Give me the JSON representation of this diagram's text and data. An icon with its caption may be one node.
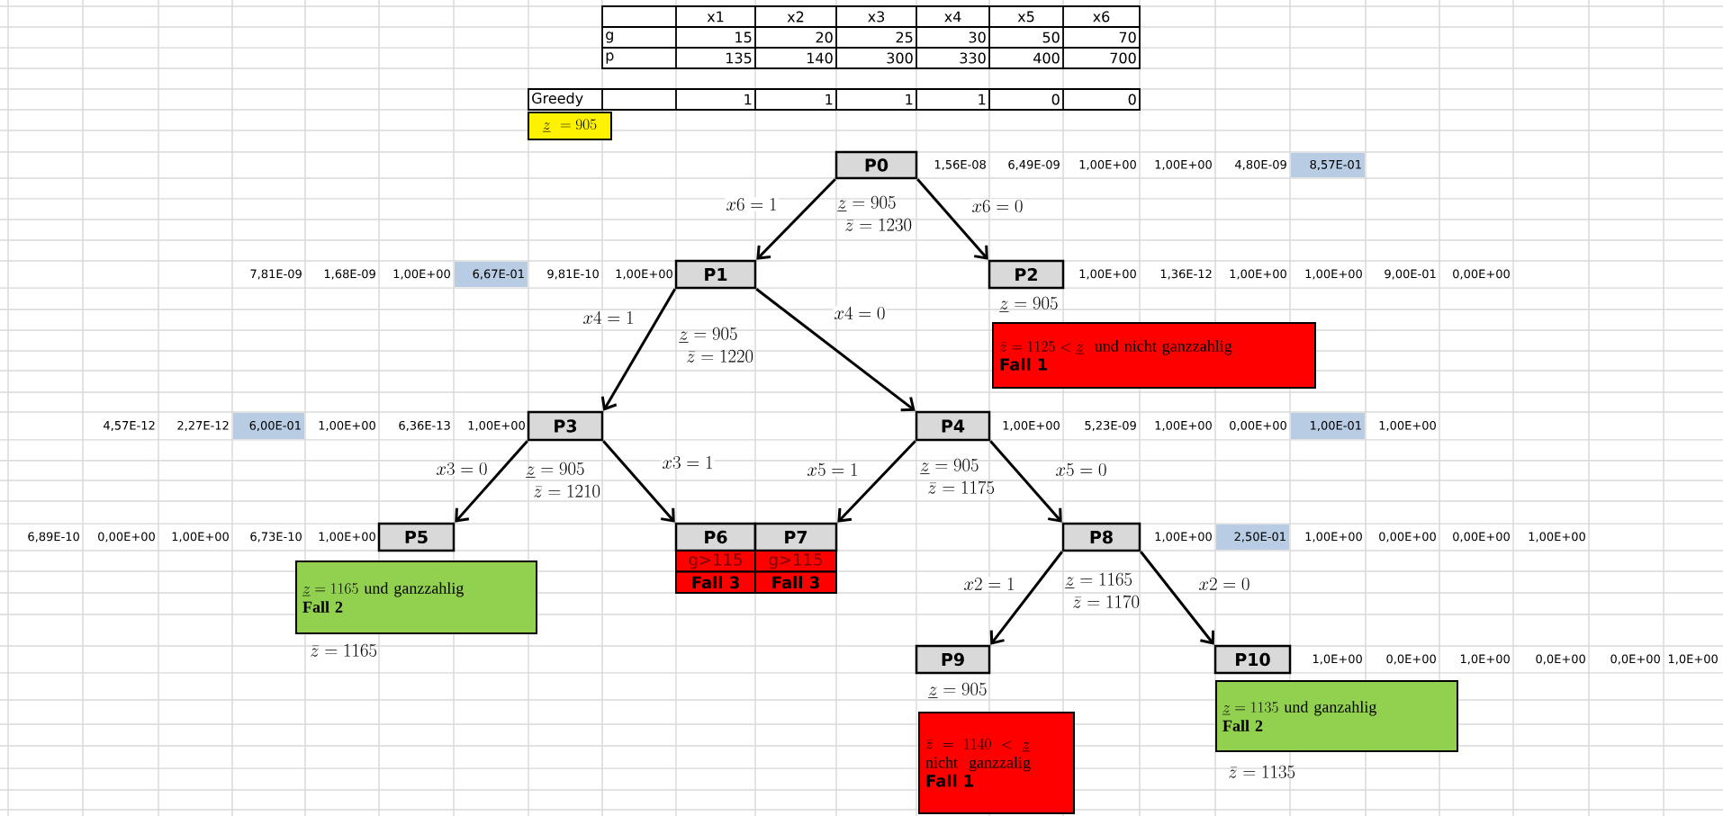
{
  "diagram": {
    "nodes": [
      {
        "text": [
          "\\underline{z}\\ =905"
        ]
      },
      {
        "text": [
          "P0"
        ],
        "beside": [
          "\\underline{z} = 905",
          "\\bar{z} = 1230"
        ]
      },
      {
        "text": [
          "P1"
        ],
        "beside": [
          "\\underline{z} = 905",
          "\\bar{z} = 1220"
        ]
      },
      {
        "text": [
          "P2"
        ],
        "beside": [
          "\\underline{z} = 905"
        ]
      },
      {
        "text": [
          "\\bar{z} = 1125 < \\underline{z}\\ \\text{ und nicht ganzzahlig}",
          "Fall 1"
        ]
      },
      {
        "text": [
          "P3"
        ],
        "beside": [
          "\\underline{z} = 905",
          "\\bar{z} = 1210"
        ]
      },
      {
        "text": [
          "P4"
        ],
        "beside": [
          "\\underline{z} = 905",
          "\\bar{z} = 1175"
        ]
      },
      {
        "text": [
          "P5"
        ]
      },
      {
        "text": [
          "\\underline{z} = 1165\\ \\text{und ganzzahlig}",
          "Fall 2"
        ],
        "beside": [
          "\\bar{z} = 1165"
        ]
      },
      {
        "text": [
          "P6",
          "g>115",
          "Fall 3"
        ]
      },
      {
        "text": [
          "P7",
          "g>115",
          "Fall 3"
        ]
      },
      {
        "text": [
          "P8"
        ],
        "beside": [
          "\\underline{z} = 1165",
          "\\bar{z} = 1170"
        ]
      },
      {
        "text": [
          "P9"
        ],
        "beside": [
          "\\underline{z} = 905"
        ]
      },
      {
        "text": [
          "\\bar{z} = 1140 < \\underline{z}\\allowbreak\\ \\text{nicht\\ \\ ganzzalig}",
          "Fall 1"
        ]
      },
      {
        "text": [
          "P10"
        ]
      },
      {
        "text": [
          "\\underline{z} = 1135\\ \\text{und ganzahlig}",
          "Fall 2"
        ],
        "beside": [
          "\\bar{z} = 1135"
        ]
      },
      {
        "text": [
          "8,57E-01"
        ]
      },
      {
        "text": [
          "6,67E-01"
        ]
      },
      {
        "text": [
          "6,00E-01"
        ]
      },
      {
        "text": [
          "1,00E-01"
        ]
      },
      {
        "text": [
          "2,50E-01"
        ]
      }
    ],
    "edges": [
      {
        "from": 1,
        "to": 2,
        "arrow": "to",
        "label": "x6 = 1"
      },
      {
        "from": 1,
        "to": 3,
        "arrow": "to",
        "label": "x6 = 0"
      },
      {
        "from": 2,
        "to": 5,
        "arrow": "to",
        "label": "x4 = 1"
      },
      {
        "from": 2,
        "to": 6,
        "arrow": "to",
        "label": "x4 = 0"
      },
      {
        "from": 5,
        "to": 7,
        "arrow": "to",
        "label": "x3 = 0"
      },
      {
        "from": 5,
        "to": 9,
        "arrow": "to",
        "label": "x3 = 1"
      },
      {
        "from": 6,
        "to": 10,
        "arrow": "to",
        "label": "x5 = 1"
      },
      {
        "from": 6,
        "to": 11,
        "arrow": "to",
        "label": "x5 = 0"
      },
      {
        "from": 11,
        "to": 12,
        "arrow": "to",
        "label": "x2 = 1"
      },
      {
        "from": 11,
        "to": 14,
        "arrow": "to",
        "label": "x2 = 0"
      }
    ],
    "labels": [
      "x1",
      "x2",
      "x3",
      "x4",
      "x5",
      "x6",
      "g",
      "15",
      "20",
      "25",
      "30",
      "50",
      "70",
      "p",
      "135",
      "140",
      "300",
      "330",
      "400",
      "700",
      "Greedy",
      "1",
      "1",
      "1",
      "1",
      "0",
      "0",
      "1,56E-08",
      "6,49E-09",
      "1,00E+00",
      "1,00E+00",
      "4,80E-09",
      "7,81E-09",
      "1,68E-09",
      "1,00E+00",
      "9,81E-10",
      "1,00E+00",
      "1,00E+00",
      "1,36E-12",
      "1,00E+00",
      "1,00E+00",
      "9,00E-01",
      "0,00E+00",
      "4,57E-12",
      "2,27E-12",
      "1,00E+00",
      "6,36E-13",
      "1,00E+00",
      "1,00E+00",
      "5,23E-09",
      "1,00E+00",
      "0,00E+00",
      "1,00E+00",
      "6,89E-10",
      "0,00E+00",
      "1,00E+00",
      "6,73E-10",
      "1,00E+00",
      "1,00E+00",
      "1,00E+00",
      "0,00E+00",
      "0,00E+00",
      "1,00E+00",
      "1,0E+00",
      "0,0E+00",
      "1,0E+00",
      "0,0E+00",
      "0,0E+00",
      "1,0E+00"
    ]
  }
}
